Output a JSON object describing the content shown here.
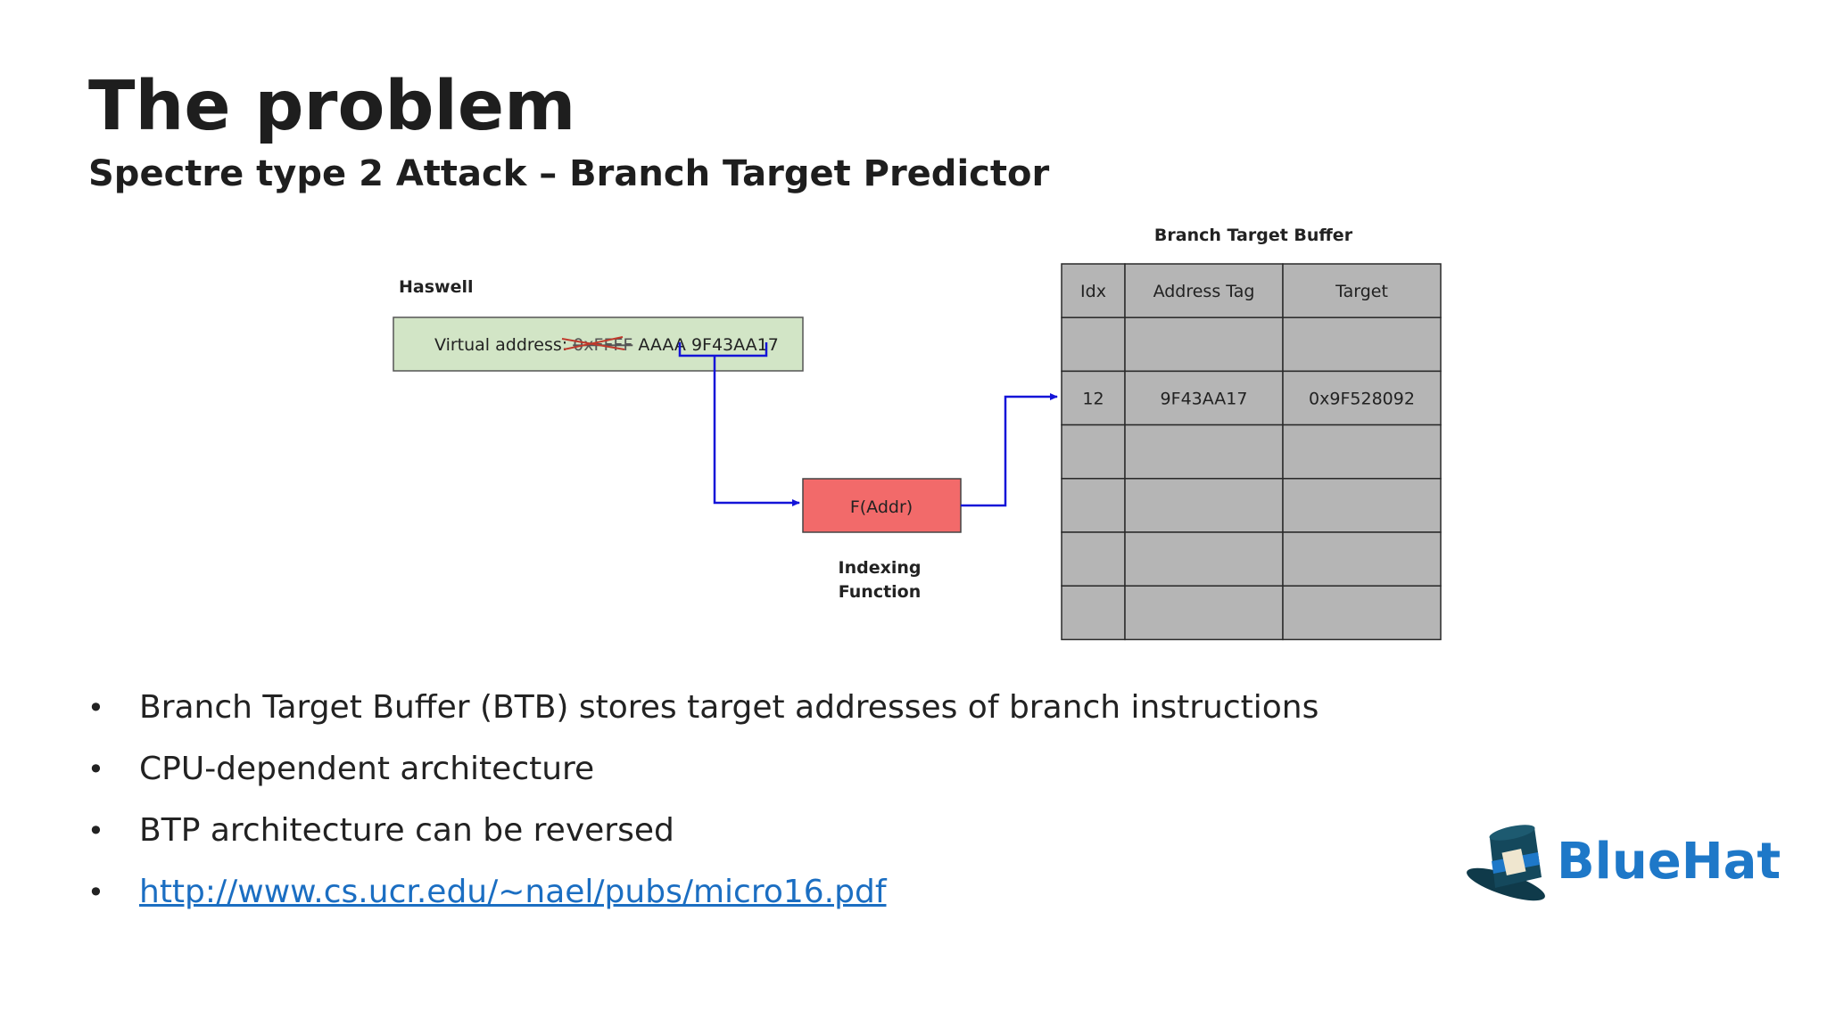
{
  "slide": {
    "title": "The problem",
    "subtitle": "Spectre type 2 Attack – Branch Target Predictor"
  },
  "diagram": {
    "haswell_label": "Haswell",
    "virtual_address": {
      "prefix": "Virtual address: ",
      "struck": "0xFFFF",
      "middle": " AAAA ",
      "indexed": "9F43AA17"
    },
    "function_box": "F(Addr)",
    "function_caption": [
      "Indexing",
      "Function"
    ],
    "btb_title": "Branch Target Buffer",
    "btb_headers": [
      "Idx",
      "Address Tag",
      "Target"
    ],
    "btb_rows": [
      [
        "",
        "",
        ""
      ],
      [
        "12",
        "9F43AA17",
        "0x9F528092"
      ],
      [
        "",
        "",
        ""
      ],
      [
        "",
        "",
        ""
      ],
      [
        "",
        "",
        ""
      ],
      [
        "",
        "",
        ""
      ]
    ]
  },
  "bullets": [
    "Branch Target Buffer (BTB) stores target addresses of branch instructions",
    "CPU-dependent architecture",
    "BTP architecture can be reversed"
  ],
  "link": "http://www.cs.ucr.edu/~nael/pubs/micro16.pdf",
  "logo": {
    "text": "BlueHat"
  },
  "colors": {
    "address_box": "#d2e5c6",
    "function_box": "#f26a6a",
    "btb_cell": "#b5b5b5",
    "arrow": "#1414d8",
    "strike": "#c0392b",
    "link": "#1b6ec2",
    "brand": "#1e78c8"
  }
}
